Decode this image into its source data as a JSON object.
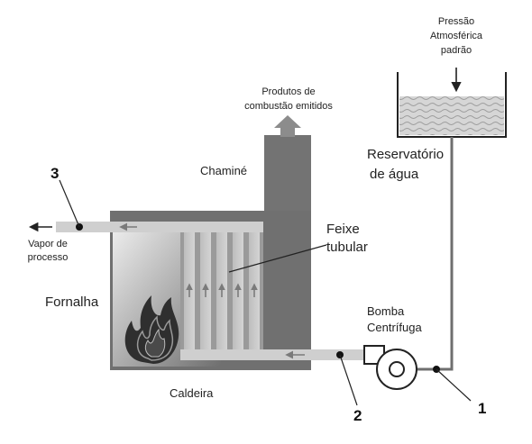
{
  "labels": {
    "pressure_line1": "Pressão",
    "pressure_line2": "Atmosférica",
    "pressure_line3": "padrão",
    "products_line1": "Produtos de",
    "products_line2": "combustão emitidos",
    "chimney": "Chaminé",
    "reservoir_line1": "Reservatório",
    "reservoir_line2": "de água",
    "steam_line1": "Vapor de",
    "steam_line2": "processo",
    "tube_bundle_line1": "Feixe",
    "tube_bundle_line2": "tubular",
    "furnace": "Fornalha",
    "pump_line1": "Bomba",
    "pump_line2": "Centrífuga",
    "boiler": "Caldeira"
  },
  "points": {
    "p1": "1",
    "p2": "2",
    "p3": "3"
  },
  "colors": {
    "boiler_body": "#6e6e6e",
    "chimney": "#727272",
    "pipe": "#cbcbcb",
    "water": "#c9c9c9",
    "flame": "#2f2f2f",
    "line": "#222222"
  },
  "icons": {
    "flame": "flame-icon",
    "pump": "pump-icon"
  }
}
